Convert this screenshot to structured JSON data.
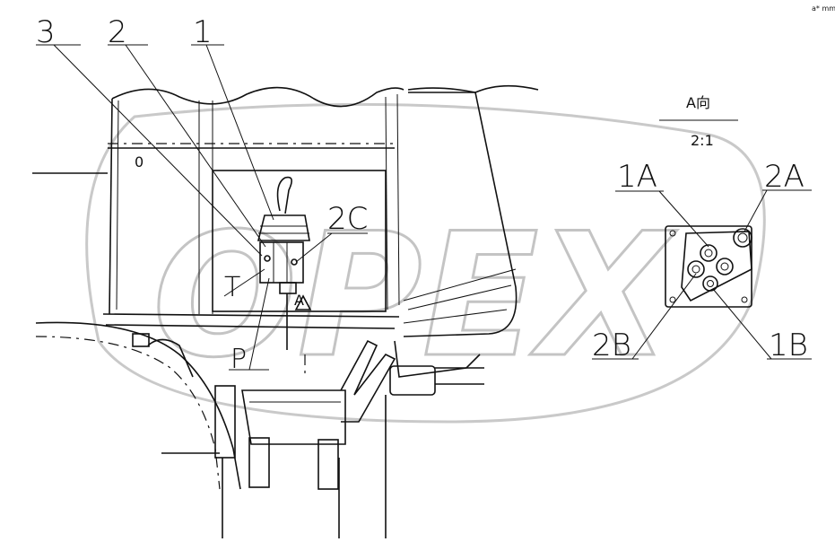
{
  "callouts": {
    "c1": "1",
    "c2": "2",
    "c3": "3",
    "c2c": "2C",
    "t": "T",
    "p": "P",
    "a": "A",
    "zero": "0"
  },
  "detail_view": {
    "title": "A向",
    "scale": "2:1",
    "port_1a": "1A",
    "port_2a": "2A",
    "port_2b": "2B",
    "port_1b": "1B"
  },
  "corner_mark": "a* mm",
  "watermark": {
    "text": "OPEX"
  }
}
